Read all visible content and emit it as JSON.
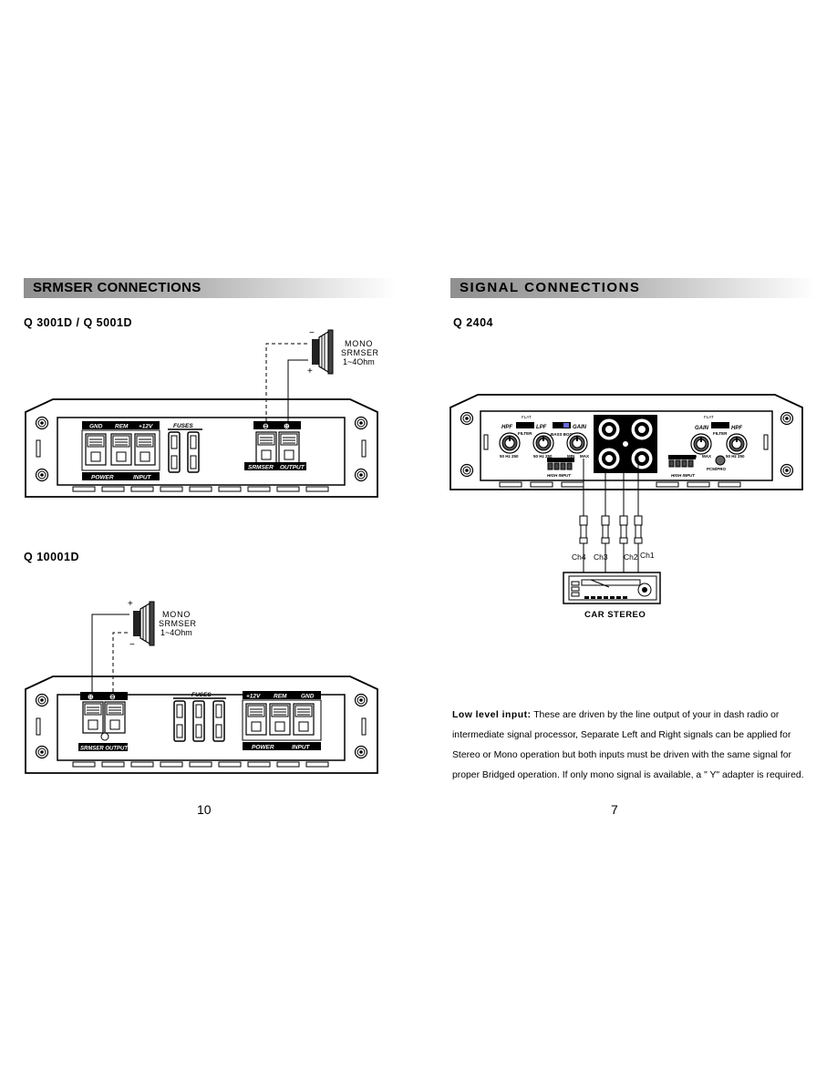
{
  "left_page": {
    "banner": "SRMSER CONNECTIONS",
    "model_1": "Q 3001D / Q 5001D",
    "model_2": "Q 10001D",
    "page_number": "10",
    "sub_label": {
      "mono": "MONO",
      "srmser": "SRMSER",
      "ohm": "1~4Ohm"
    },
    "amp1": {
      "gnd": "GND",
      "rem": "REM",
      "v12": "+12V",
      "fuses": "FUSES",
      "power": "POWER",
      "input": "INPUT",
      "srmser": "SRMSER",
      "output": "OUTPUT"
    },
    "amp2": {
      "srmser_output": "SRMSER OUTPUT",
      "fuses": "FUSES",
      "v12": "+12V",
      "rem": "REM",
      "gnd": "GND",
      "power": "POWER",
      "input": "INPUT"
    }
  },
  "right_page": {
    "banner": "SIGNAL CONNECTIONS",
    "model": "Q 2404",
    "page_number": "7",
    "channels": [
      "Ch4",
      "Ch3",
      "Ch2",
      "Ch1"
    ],
    "stereo_label": "CAR STEREO",
    "panel": {
      "hpf": "HPF",
      "lpf": "LPF",
      "gain": "GAIN",
      "filter": "FILTER",
      "flat": "FLAT",
      "bass_boost": "BASS BOOST",
      "hi_input": "HIGH INPUT",
      "min": "MIN",
      "max": "MAX",
      "pcm_pro": "PCM/PRO",
      "freq": "50 Hz 250"
    },
    "paragraph": {
      "lead": "Low level input:",
      "lines": [
        " These  are  driven  by  the  line output of  your  in dash radio or",
        "intermediate  signal processor, Separate Left and Right signals  can be applied for",
        "Stereo or Mono operation but both  inputs  must be driven  with the same signal for",
        "proper Bridged operation. If only mono signal is available, a \" Y\" adapter is required."
      ]
    }
  }
}
